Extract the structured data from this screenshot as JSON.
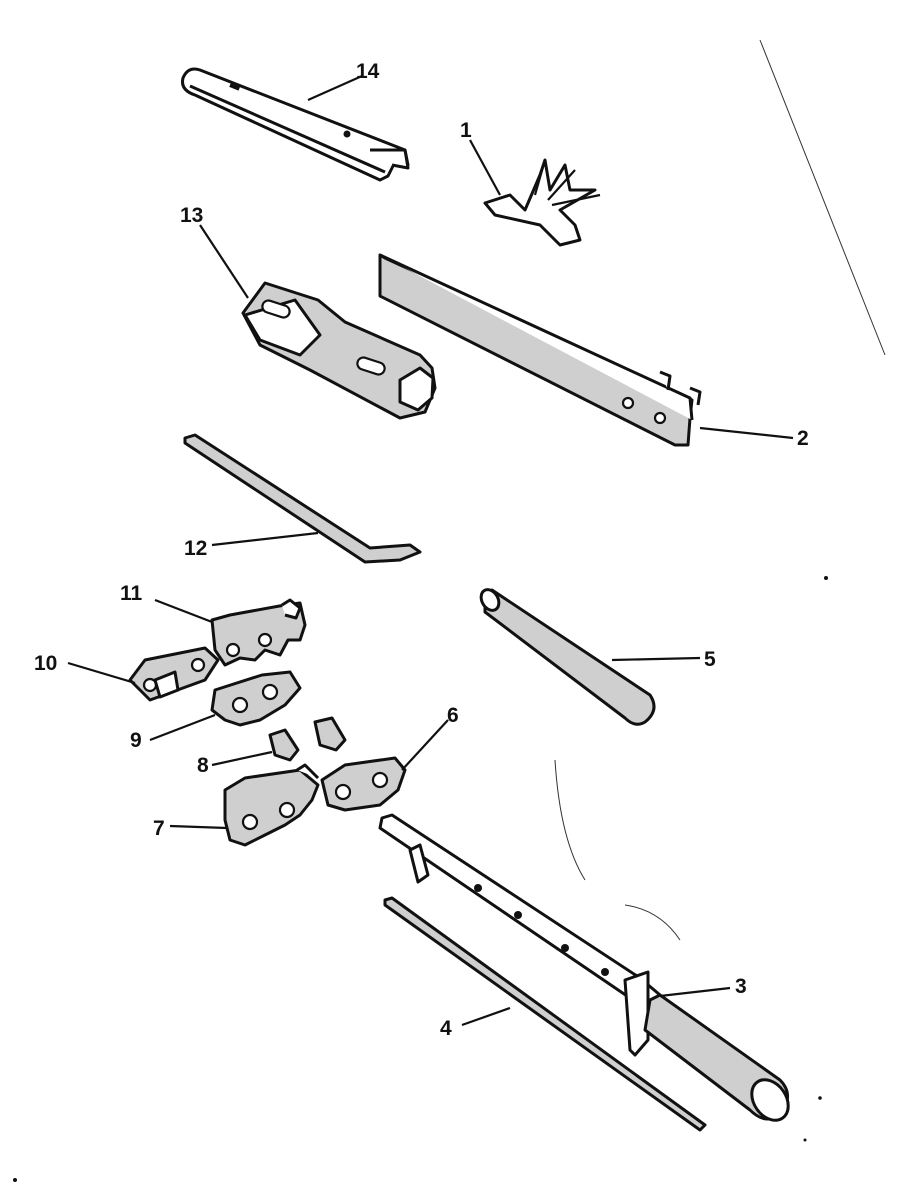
{
  "diagram": {
    "parts": [
      {
        "id": "p1",
        "label": "1"
      },
      {
        "id": "p2",
        "label": "2"
      },
      {
        "id": "p3",
        "label": "3"
      },
      {
        "id": "p4",
        "label": "4"
      },
      {
        "id": "p5",
        "label": "5"
      },
      {
        "id": "p6",
        "label": "6"
      },
      {
        "id": "p7",
        "label": "7"
      },
      {
        "id": "p8",
        "label": "8"
      },
      {
        "id": "p9",
        "label": "9"
      },
      {
        "id": "p10",
        "label": "10"
      },
      {
        "id": "p11",
        "label": "11"
      },
      {
        "id": "p12",
        "label": "12"
      },
      {
        "id": "p13",
        "label": "13"
      },
      {
        "id": "p14",
        "label": "14"
      }
    ]
  }
}
